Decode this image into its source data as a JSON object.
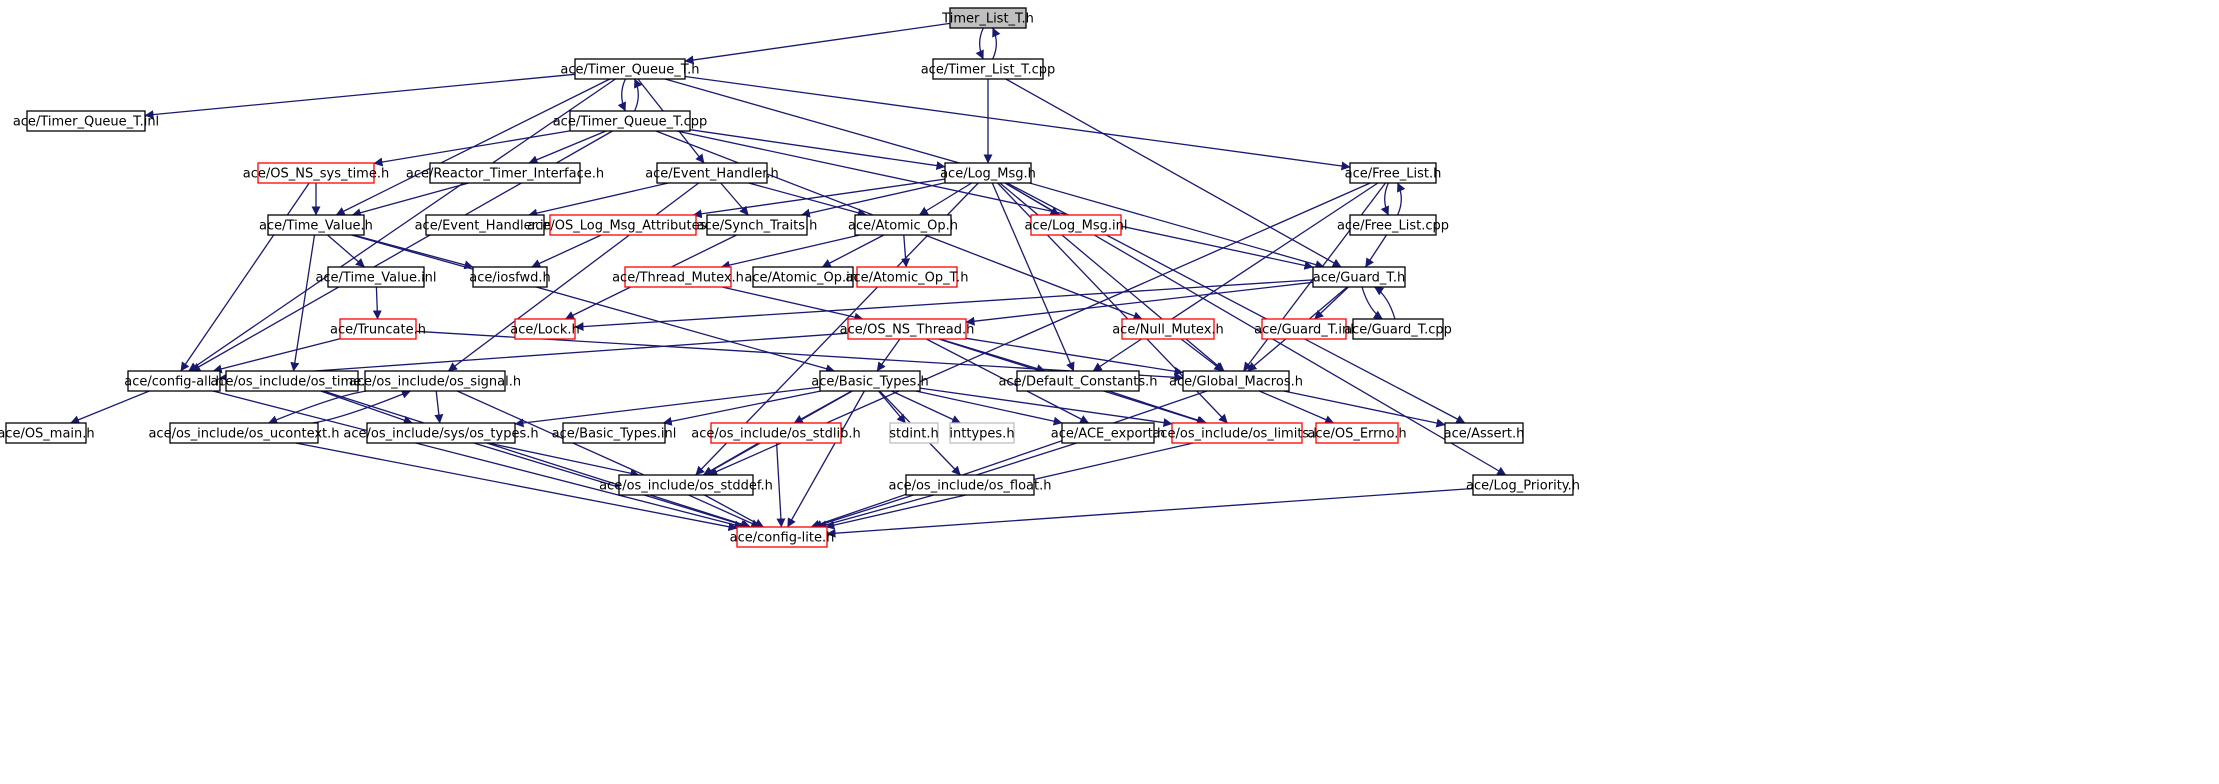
{
  "colors": {
    "edge": "#191970",
    "border_normal": "#000000",
    "border_red": "#ff0000",
    "border_gray": "#bfbfbf",
    "fill_root": "#bfbfbf",
    "fill_normal": "#ffffff"
  },
  "nodes": [
    {
      "id": "timer_list_t_h",
      "label": "Timer_List_T.h",
      "style": "root"
    },
    {
      "id": "timer_queue_t_h",
      "label": "ace/Timer_Queue_T.h",
      "style": "normal"
    },
    {
      "id": "timer_list_t_cpp",
      "label": "ace/Timer_List_T.cpp",
      "style": "normal"
    },
    {
      "id": "timer_queue_t_inl",
      "label": "ace/Timer_Queue_T.inl",
      "style": "normal"
    },
    {
      "id": "timer_queue_t_cpp",
      "label": "ace/Timer_Queue_T.cpp",
      "style": "normal"
    },
    {
      "id": "os_ns_sys_time_h",
      "label": "ace/OS_NS_sys_time.h",
      "style": "red"
    },
    {
      "id": "reactor_timer_interface_h",
      "label": "ace/Reactor_Timer_Interface.h",
      "style": "normal"
    },
    {
      "id": "event_handler_h",
      "label": "ace/Event_Handler.h",
      "style": "normal"
    },
    {
      "id": "log_msg_h",
      "label": "ace/Log_Msg.h",
      "style": "normal"
    },
    {
      "id": "free_list_h",
      "label": "ace/Free_List.h",
      "style": "normal"
    },
    {
      "id": "time_value_h",
      "label": "ace/Time_Value.h",
      "style": "normal"
    },
    {
      "id": "event_handler_inl",
      "label": "ace/Event_Handler.inl",
      "style": "normal"
    },
    {
      "id": "os_log_msg_attributes_h",
      "label": "ace/OS_Log_Msg_Attributes.h",
      "style": "red"
    },
    {
      "id": "synch_traits_h",
      "label": "ace/Synch_Traits.h",
      "style": "normal"
    },
    {
      "id": "atomic_op_h",
      "label": "ace/Atomic_Op.h",
      "style": "normal"
    },
    {
      "id": "log_msg_inl",
      "label": "ace/Log_Msg.inl",
      "style": "red"
    },
    {
      "id": "free_list_cpp",
      "label": "ace/Free_List.cpp",
      "style": "normal"
    },
    {
      "id": "time_value_inl",
      "label": "ace/Time_Value.inl",
      "style": "normal"
    },
    {
      "id": "iosfwd_h",
      "label": "ace/iosfwd.h",
      "style": "normal"
    },
    {
      "id": "thread_mutex_h",
      "label": "ace/Thread_Mutex.h",
      "style": "red"
    },
    {
      "id": "atomic_op_inl",
      "label": "ace/Atomic_Op.inl",
      "style": "normal"
    },
    {
      "id": "atomic_op_t_h",
      "label": "ace/Atomic_Op_T.h",
      "style": "red"
    },
    {
      "id": "guard_t_h",
      "label": "ace/Guard_T.h",
      "style": "normal"
    },
    {
      "id": "truncate_h",
      "label": "ace/Truncate.h",
      "style": "red"
    },
    {
      "id": "lock_h",
      "label": "ace/Lock.h",
      "style": "red"
    },
    {
      "id": "os_ns_thread_h",
      "label": "ace/OS_NS_Thread.h",
      "style": "red"
    },
    {
      "id": "null_mutex_h",
      "label": "ace/Null_Mutex.h",
      "style": "red"
    },
    {
      "id": "guard_t_inl",
      "label": "ace/Guard_T.inl",
      "style": "red"
    },
    {
      "id": "guard_t_cpp",
      "label": "ace/Guard_T.cpp",
      "style": "normal"
    },
    {
      "id": "config_all_h",
      "label": "ace/config-all.h",
      "style": "normal"
    },
    {
      "id": "os_include_os_time_h",
      "label": "ace/os_include/os_time.h",
      "style": "normal"
    },
    {
      "id": "os_include_os_signal_h",
      "label": "ace/os_include/os_signal.h",
      "style": "normal"
    },
    {
      "id": "basic_types_h",
      "label": "ace/Basic_Types.h",
      "style": "normal"
    },
    {
      "id": "default_constants_h",
      "label": "ace/Default_Constants.h",
      "style": "normal"
    },
    {
      "id": "global_macros_h",
      "label": "ace/Global_Macros.h",
      "style": "normal"
    },
    {
      "id": "os_main_h",
      "label": "ace/OS_main.h",
      "style": "normal"
    },
    {
      "id": "os_include_os_ucontext_h",
      "label": "ace/os_include/os_ucontext.h",
      "style": "normal"
    },
    {
      "id": "os_include_sys_os_types_h",
      "label": "ace/os_include/sys/os_types.h",
      "style": "normal"
    },
    {
      "id": "basic_types_inl",
      "label": "ace/Basic_Types.inl",
      "style": "normal"
    },
    {
      "id": "os_include_os_stdlib_h",
      "label": "ace/os_include/os_stdlib.h",
      "style": "red"
    },
    {
      "id": "stdint_h",
      "label": "stdint.h",
      "style": "gray"
    },
    {
      "id": "inttypes_h",
      "label": "inttypes.h",
      "style": "gray"
    },
    {
      "id": "ace_export_h",
      "label": "ace/ACE_export.h",
      "style": "normal"
    },
    {
      "id": "os_include_os_limits_h",
      "label": "ace/os_include/os_limits.h",
      "style": "red"
    },
    {
      "id": "os_errno_h",
      "label": "ace/OS_Errno.h",
      "style": "red"
    },
    {
      "id": "assert_h",
      "label": "ace/Assert.h",
      "style": "normal"
    },
    {
      "id": "os_include_os_stddef_h",
      "label": "ace/os_include/os_stddef.h",
      "style": "normal"
    },
    {
      "id": "os_include_os_float_h",
      "label": "ace/os_include/os_float.h",
      "style": "normal"
    },
    {
      "id": "log_priority_h",
      "label": "ace/Log_Priority.h",
      "style": "normal"
    },
    {
      "id": "config_lite_h",
      "label": "ace/config-lite.h",
      "style": "red"
    }
  ],
  "edges": [
    [
      "timer_list_t_h",
      "timer_queue_t_h"
    ],
    [
      "timer_list_t_h",
      "timer_list_t_cpp"
    ],
    [
      "timer_list_t_cpp",
      "timer_list_t_h"
    ],
    [
      "timer_list_t_cpp",
      "log_msg_h"
    ],
    [
      "timer_list_t_cpp",
      "guard_t_h"
    ],
    [
      "timer_queue_t_h",
      "timer_queue_t_inl"
    ],
    [
      "timer_queue_t_h",
      "timer_queue_t_cpp"
    ],
    [
      "timer_queue_t_cpp",
      "timer_queue_t_h"
    ],
    [
      "timer_queue_t_h",
      "event_handler_h"
    ],
    [
      "timer_queue_t_h",
      "free_list_h"
    ],
    [
      "timer_queue_t_h",
      "time_value_h"
    ],
    [
      "timer_queue_t_h",
      "config_all_h"
    ],
    [
      "timer_queue_t_h",
      "guard_t_h"
    ],
    [
      "timer_queue_t_cpp",
      "os_ns_sys_time_h"
    ],
    [
      "timer_queue_t_cpp",
      "reactor_timer_interface_h"
    ],
    [
      "timer_queue_t_cpp",
      "log_msg_h"
    ],
    [
      "timer_queue_t_cpp",
      "null_mutex_h"
    ],
    [
      "timer_queue_t_cpp",
      "config_all_h"
    ],
    [
      "timer_queue_t_cpp",
      "guard_t_h"
    ],
    [
      "os_ns_sys_time_h",
      "time_value_h"
    ],
    [
      "os_ns_sys_time_h",
      "config_all_h"
    ],
    [
      "reactor_timer_interface_h",
      "time_value_h"
    ],
    [
      "event_handler_h",
      "event_handler_inl"
    ],
    [
      "event_handler_h",
      "synch_traits_h"
    ],
    [
      "event_handler_h",
      "atomic_op_h"
    ],
    [
      "event_handler_h",
      "os_include_os_signal_h"
    ],
    [
      "log_msg_h",
      "os_log_msg_attributes_h"
    ],
    [
      "log_msg_h",
      "synch_traits_h"
    ],
    [
      "log_msg_h",
      "atomic_op_h"
    ],
    [
      "log_msg_h",
      "log_msg_inl"
    ],
    [
      "log_msg_h",
      "default_constants_h"
    ],
    [
      "log_msg_h",
      "global_macros_h"
    ],
    [
      "log_msg_h",
      "os_include_os_limits_h"
    ],
    [
      "log_msg_h",
      "log_priority_h"
    ],
    [
      "log_msg_h",
      "os_include_os_stddef_h"
    ],
    [
      "log_msg_h",
      "assert_h"
    ],
    [
      "free_list_h",
      "free_list_cpp"
    ],
    [
      "free_list_cpp",
      "free_list_h"
    ],
    [
      "free_list_cpp",
      "guard_t_h"
    ],
    [
      "free_list_h",
      "default_constants_h"
    ],
    [
      "free_list_h",
      "global_macros_h"
    ],
    [
      "free_list_h",
      "os_include_os_stddef_h"
    ],
    [
      "time_value_h",
      "time_value_inl"
    ],
    [
      "time_value_h",
      "iosfwd_h"
    ],
    [
      "time_value_h",
      "os_include_os_time_h"
    ],
    [
      "time_value_h",
      "basic_types_h"
    ],
    [
      "time_value_inl",
      "truncate_h"
    ],
    [
      "truncate_h",
      "config_all_h"
    ],
    [
      "truncate_h",
      "global_macros_h"
    ],
    [
      "synch_traits_h",
      "lock_h"
    ],
    [
      "os_log_msg_attributes_h",
      "iosfwd_h"
    ],
    [
      "atomic_op_h",
      "thread_mutex_h"
    ],
    [
      "atomic_op_h",
      "atomic_op_inl"
    ],
    [
      "atomic_op_h",
      "atomic_op_t_h"
    ],
    [
      "thread_mutex_h",
      "os_ns_thread_h"
    ],
    [
      "guard_t_h",
      "lock_h"
    ],
    [
      "guard_t_h",
      "os_ns_thread_h"
    ],
    [
      "guard_t_h",
      "guard_t_inl"
    ],
    [
      "guard_t_h",
      "guard_t_cpp"
    ],
    [
      "guard_t_cpp",
      "guard_t_h"
    ],
    [
      "guard_t_h",
      "global_macros_h"
    ],
    [
      "os_ns_thread_h",
      "config_all_h"
    ],
    [
      "os_ns_thread_h",
      "basic_types_h"
    ],
    [
      "os_ns_thread_h",
      "default_constants_h"
    ],
    [
      "os_ns_thread_h",
      "global_macros_h"
    ],
    [
      "os_ns_thread_h",
      "ace_export_h"
    ],
    [
      "os_ns_thread_h",
      "os_include_os_limits_h"
    ],
    [
      "null_mutex_h",
      "global_macros_h"
    ],
    [
      "config_all_h",
      "os_main_h"
    ],
    [
      "config_all_h",
      "config_lite_h"
    ],
    [
      "os_include_os_time_h",
      "os_include_sys_os_types_h"
    ],
    [
      "os_include_os_time_h",
      "config_lite_h"
    ],
    [
      "os_include_os_signal_h",
      "os_include_os_ucontext_h"
    ],
    [
      "os_include_os_ucontext_h",
      "os_include_os_signal_h"
    ],
    [
      "os_include_os_signal_h",
      "os_include_sys_os_types_h"
    ],
    [
      "os_include_os_signal_h",
      "config_lite_h"
    ],
    [
      "os_include_os_ucontext_h",
      "config_lite_h"
    ],
    [
      "basic_types_h",
      "os_include_sys_os_types_h"
    ],
    [
      "basic_types_h",
      "basic_types_inl"
    ],
    [
      "basic_types_h",
      "os_include_os_stdlib_h"
    ],
    [
      "basic_types_h",
      "stdint_h"
    ],
    [
      "basic_types_h",
      "inttypes_h"
    ],
    [
      "basic_types_h",
      "ace_export_h"
    ],
    [
      "basic_types_h",
      "os_include_os_limits_h"
    ],
    [
      "basic_types_h",
      "os_include_os_float_h"
    ],
    [
      "basic_types_h",
      "os_include_os_stddef_h"
    ],
    [
      "basic_types_h",
      "config_lite_h"
    ],
    [
      "default_constants_h",
      "os_include_os_limits_h"
    ],
    [
      "global_macros_h",
      "os_errno_h"
    ],
    [
      "global_macros_h",
      "assert_h"
    ],
    [
      "global_macros_h",
      "config_lite_h"
    ],
    [
      "os_include_sys_os_types_h",
      "os_include_os_stddef_h"
    ],
    [
      "os_include_sys_os_types_h",
      "config_lite_h"
    ],
    [
      "os_include_os_stdlib_h",
      "os_include_os_stddef_h"
    ],
    [
      "os_include_os_stdlib_h",
      "config_lite_h"
    ],
    [
      "os_include_os_stddef_h",
      "config_lite_h"
    ],
    [
      "os_include_os_limits_h",
      "config_lite_h"
    ],
    [
      "ace_export_h",
      "config_lite_h"
    ],
    [
      "os_include_os_float_h",
      "config_lite_h"
    ],
    [
      "log_priority_h",
      "config_lite_h"
    ]
  ]
}
